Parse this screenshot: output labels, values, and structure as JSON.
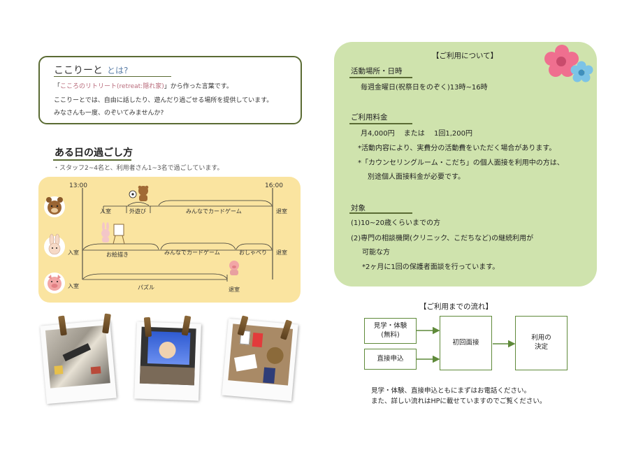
{
  "intro": {
    "title": "ここりーと",
    "title_suffix": "とは?",
    "line1_pre": "「",
    "line1_highlight": "こころのリトリート(retreat:隠れ家)",
    "line1_post": "」から作った言葉です。",
    "line2": "ここりーとでは、自由に話したり、遊んだり過ごせる場所を提供しています。",
    "line3": "みなさんも一度、のぞいてみませんか?"
  },
  "day": {
    "title": "ある日の過ごし方",
    "subtitle": "・スタッフ2~4名と、利用者さん1~3名で過ごしています。",
    "time_start": "13:00",
    "time_end": "16:00",
    "row1": {
      "enter": "入室",
      "play": "外遊び",
      "game": "みんなでカードゲーム",
      "exit": "退室"
    },
    "row2": {
      "enter": "入室",
      "drawing": "お絵描き",
      "game": "みんなでカードゲーム",
      "chat": "おしゃべり",
      "exit": "退室"
    },
    "row3": {
      "enter": "入室",
      "puzzle": "パズル",
      "exit": "退室"
    }
  },
  "info": {
    "heading": "【ご利用について】",
    "place_label": "活動場所・日時",
    "place_text": "毎週金曜日(祝祭日をのぞく)13時~16時",
    "fee_label": "ご利用料金",
    "fee_line1": "月4,000円　 または　 1回1,200円",
    "fee_note1": "*活動内容により、実費分の活動費をいただく場合があります。",
    "fee_note2": "*「カウンセリングルーム・こだち」の個人面接を利用中の方は、",
    "fee_note3": "別途個人面接料金が必要です。",
    "target_label": "対象",
    "target1": "(1)10~20歳くらいまでの方",
    "target2": "(2)専門の相談機関(クリニック、こだちなど)の継続利用が",
    "target2b": "可能な方",
    "target_note": "*2ヶ月に1回の保護者面談を行っています。"
  },
  "flow": {
    "title": "【ご利用までの流れ】",
    "box_visit_1": "見学・体験",
    "box_visit_2": "(無料)",
    "box_direct": "直接申込",
    "box_interview": "初回面接",
    "box_decide_1": "利用の",
    "box_decide_2": "決定",
    "note1": "見学・体験、直接申込ともにまずはお電話ください。",
    "note2": "また、詳しい流れはHPに載せていますのでご覧ください。"
  },
  "colors": {
    "green_line": "#5a6b33",
    "panel_green": "#cfe3ad",
    "timeline_yellow": "#fae4a0",
    "flower_pink": "#ef6f8f",
    "flower_blue": "#7cc3e6"
  }
}
